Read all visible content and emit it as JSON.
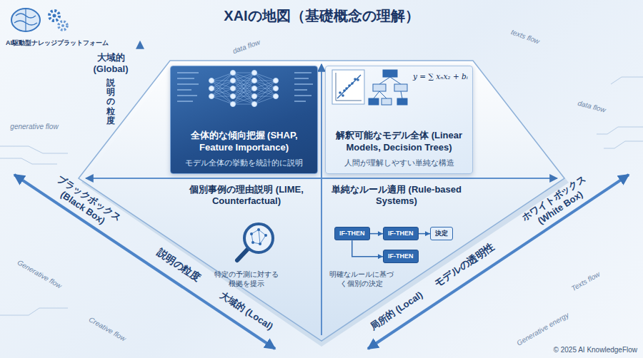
{
  "diagram": {
    "title": "XAIの地図（基礎概念の理解）",
    "nodes": [
      {
        "text": [
          "全体的な傾向把握 (SHAP, Feature Importance)",
          "モデル全体の挙動を統計的に説明"
        ]
      },
      {
        "text": [
          "解釈可能なモデル全体 (Linear Models, Decision Trees)",
          "人間が理解しやすい単純な構造"
        ]
      },
      {
        "text": [
          "個別事例の理由説明 (LIME, Counterfactual)",
          "特定の予測に対する根拠を提示"
        ]
      },
      {
        "text": [
          "単純なルール適用 (Rule-based Systems)",
          "明確なルールに基づく個別の決定"
        ]
      },
      {
        "text": [
          "IF-THEN"
        ],
        "in": 3
      },
      {
        "text": [
          "IF-THEN"
        ],
        "in": 3
      },
      {
        "text": [
          "決定"
        ],
        "in": 3
      },
      {
        "text": [
          "IF-THEN"
        ],
        "in": 3
      }
    ],
    "edges": [
      {
        "from": 4,
        "to": 5,
        "arrow": "to"
      },
      {
        "from": 5,
        "to": 6,
        "arrow": "to"
      },
      {
        "from": 4,
        "to": 7,
        "arrow": "to"
      }
    ],
    "labels": [
      "AI駆動型ナレッジプラットフォーム",
      "大域的 (Global)",
      "説明の粒度",
      "ブラックボックス (Black Box)",
      "説明の粒度",
      "大域的 (Local)",
      "局所的 (Local)",
      "モデルの透明性",
      "ホワイトボックス (White Box)",
      "y = ∑ xₙx₂ + bᵢ",
      "data flow",
      "texts flow",
      "generative flow",
      "data flow",
      "Generative flow",
      "Creative flow",
      "Texts flow",
      "Generative energy",
      "© 2025 AI KnowledgeFlow"
    ]
  }
}
